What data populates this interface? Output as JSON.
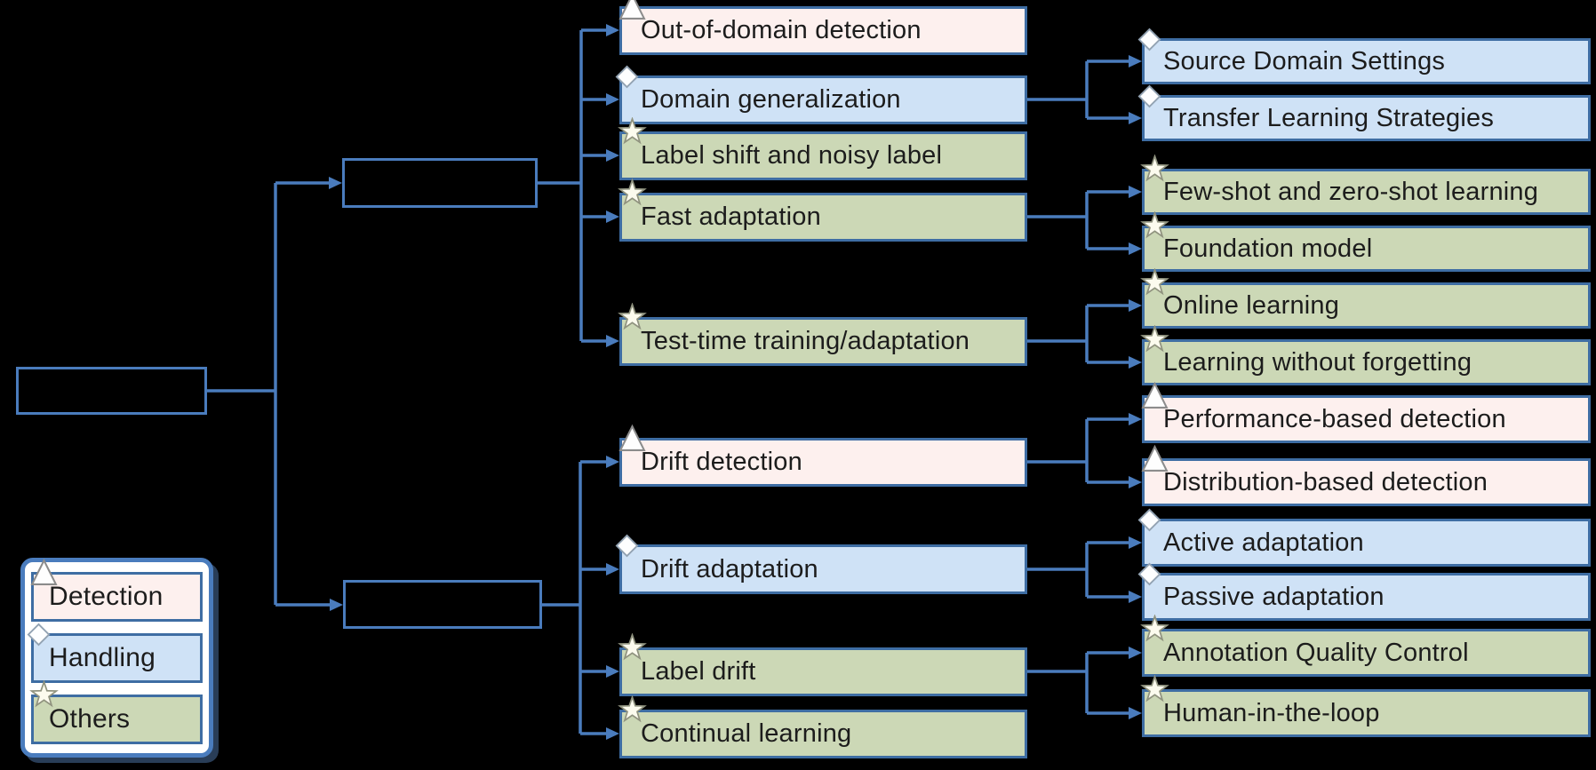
{
  "colors": {
    "background": "#000000",
    "detection_fill": "#fdf0ee",
    "handling_fill": "#cfe2f6",
    "others_fill": "#ccd8b6",
    "node_border": "#3e6da3",
    "connector": "#4a7cbd",
    "text": "#1c1c1c",
    "legend_background": "#ffffff"
  },
  "icons": {
    "detection": "triangle-icon",
    "handling": "diamond-icon",
    "others": "star-icon"
  },
  "legend": {
    "items": [
      {
        "label": "Detection",
        "category": "detection",
        "icon": "triangle-icon"
      },
      {
        "label": "Handling",
        "category": "handling",
        "icon": "diamond-icon"
      },
      {
        "label": "Others",
        "category": "others",
        "icon": "star-icon"
      }
    ]
  },
  "tree": {
    "root": {
      "label": "",
      "children": [
        {
          "label": "",
          "children": [
            {
              "label": "Out-of-domain detection",
              "category": "detection",
              "children": []
            },
            {
              "label": "Domain generalization",
              "category": "handling",
              "children": [
                {
                  "label": "Source Domain Settings",
                  "category": "handling"
                },
                {
                  "label": "Transfer Learning Strategies",
                  "category": "handling"
                }
              ]
            },
            {
              "label": "Label shift and noisy label",
              "category": "others",
              "children": []
            },
            {
              "label": "Fast adaptation",
              "category": "others",
              "children": [
                {
                  "label": "Few-shot and zero-shot learning",
                  "category": "others"
                },
                {
                  "label": "Foundation model",
                  "category": "others"
                }
              ]
            },
            {
              "label": "Test-time training/adaptation",
              "category": "others",
              "children": [
                {
                  "label": "Online learning",
                  "category": "others"
                },
                {
                  "label": "Learning without forgetting",
                  "category": "others"
                }
              ]
            }
          ]
        },
        {
          "label": "",
          "children": [
            {
              "label": "Drift detection",
              "category": "detection",
              "children": [
                {
                  "label": "Performance-based detection",
                  "category": "detection"
                },
                {
                  "label": "Distribution-based detection",
                  "category": "detection"
                }
              ]
            },
            {
              "label": "Drift adaptation",
              "category": "handling",
              "children": [
                {
                  "label": "Active adaptation",
                  "category": "handling"
                },
                {
                  "label": "Passive adaptation",
                  "category": "handling"
                }
              ]
            },
            {
              "label": "Label drift",
              "category": "others",
              "children": [
                {
                  "label": "Annotation Quality Control",
                  "category": "others"
                },
                {
                  "label": "Human-in-the-loop",
                  "category": "others"
                }
              ]
            },
            {
              "label": "Continual learning",
              "category": "others",
              "children": []
            }
          ]
        }
      ]
    }
  }
}
